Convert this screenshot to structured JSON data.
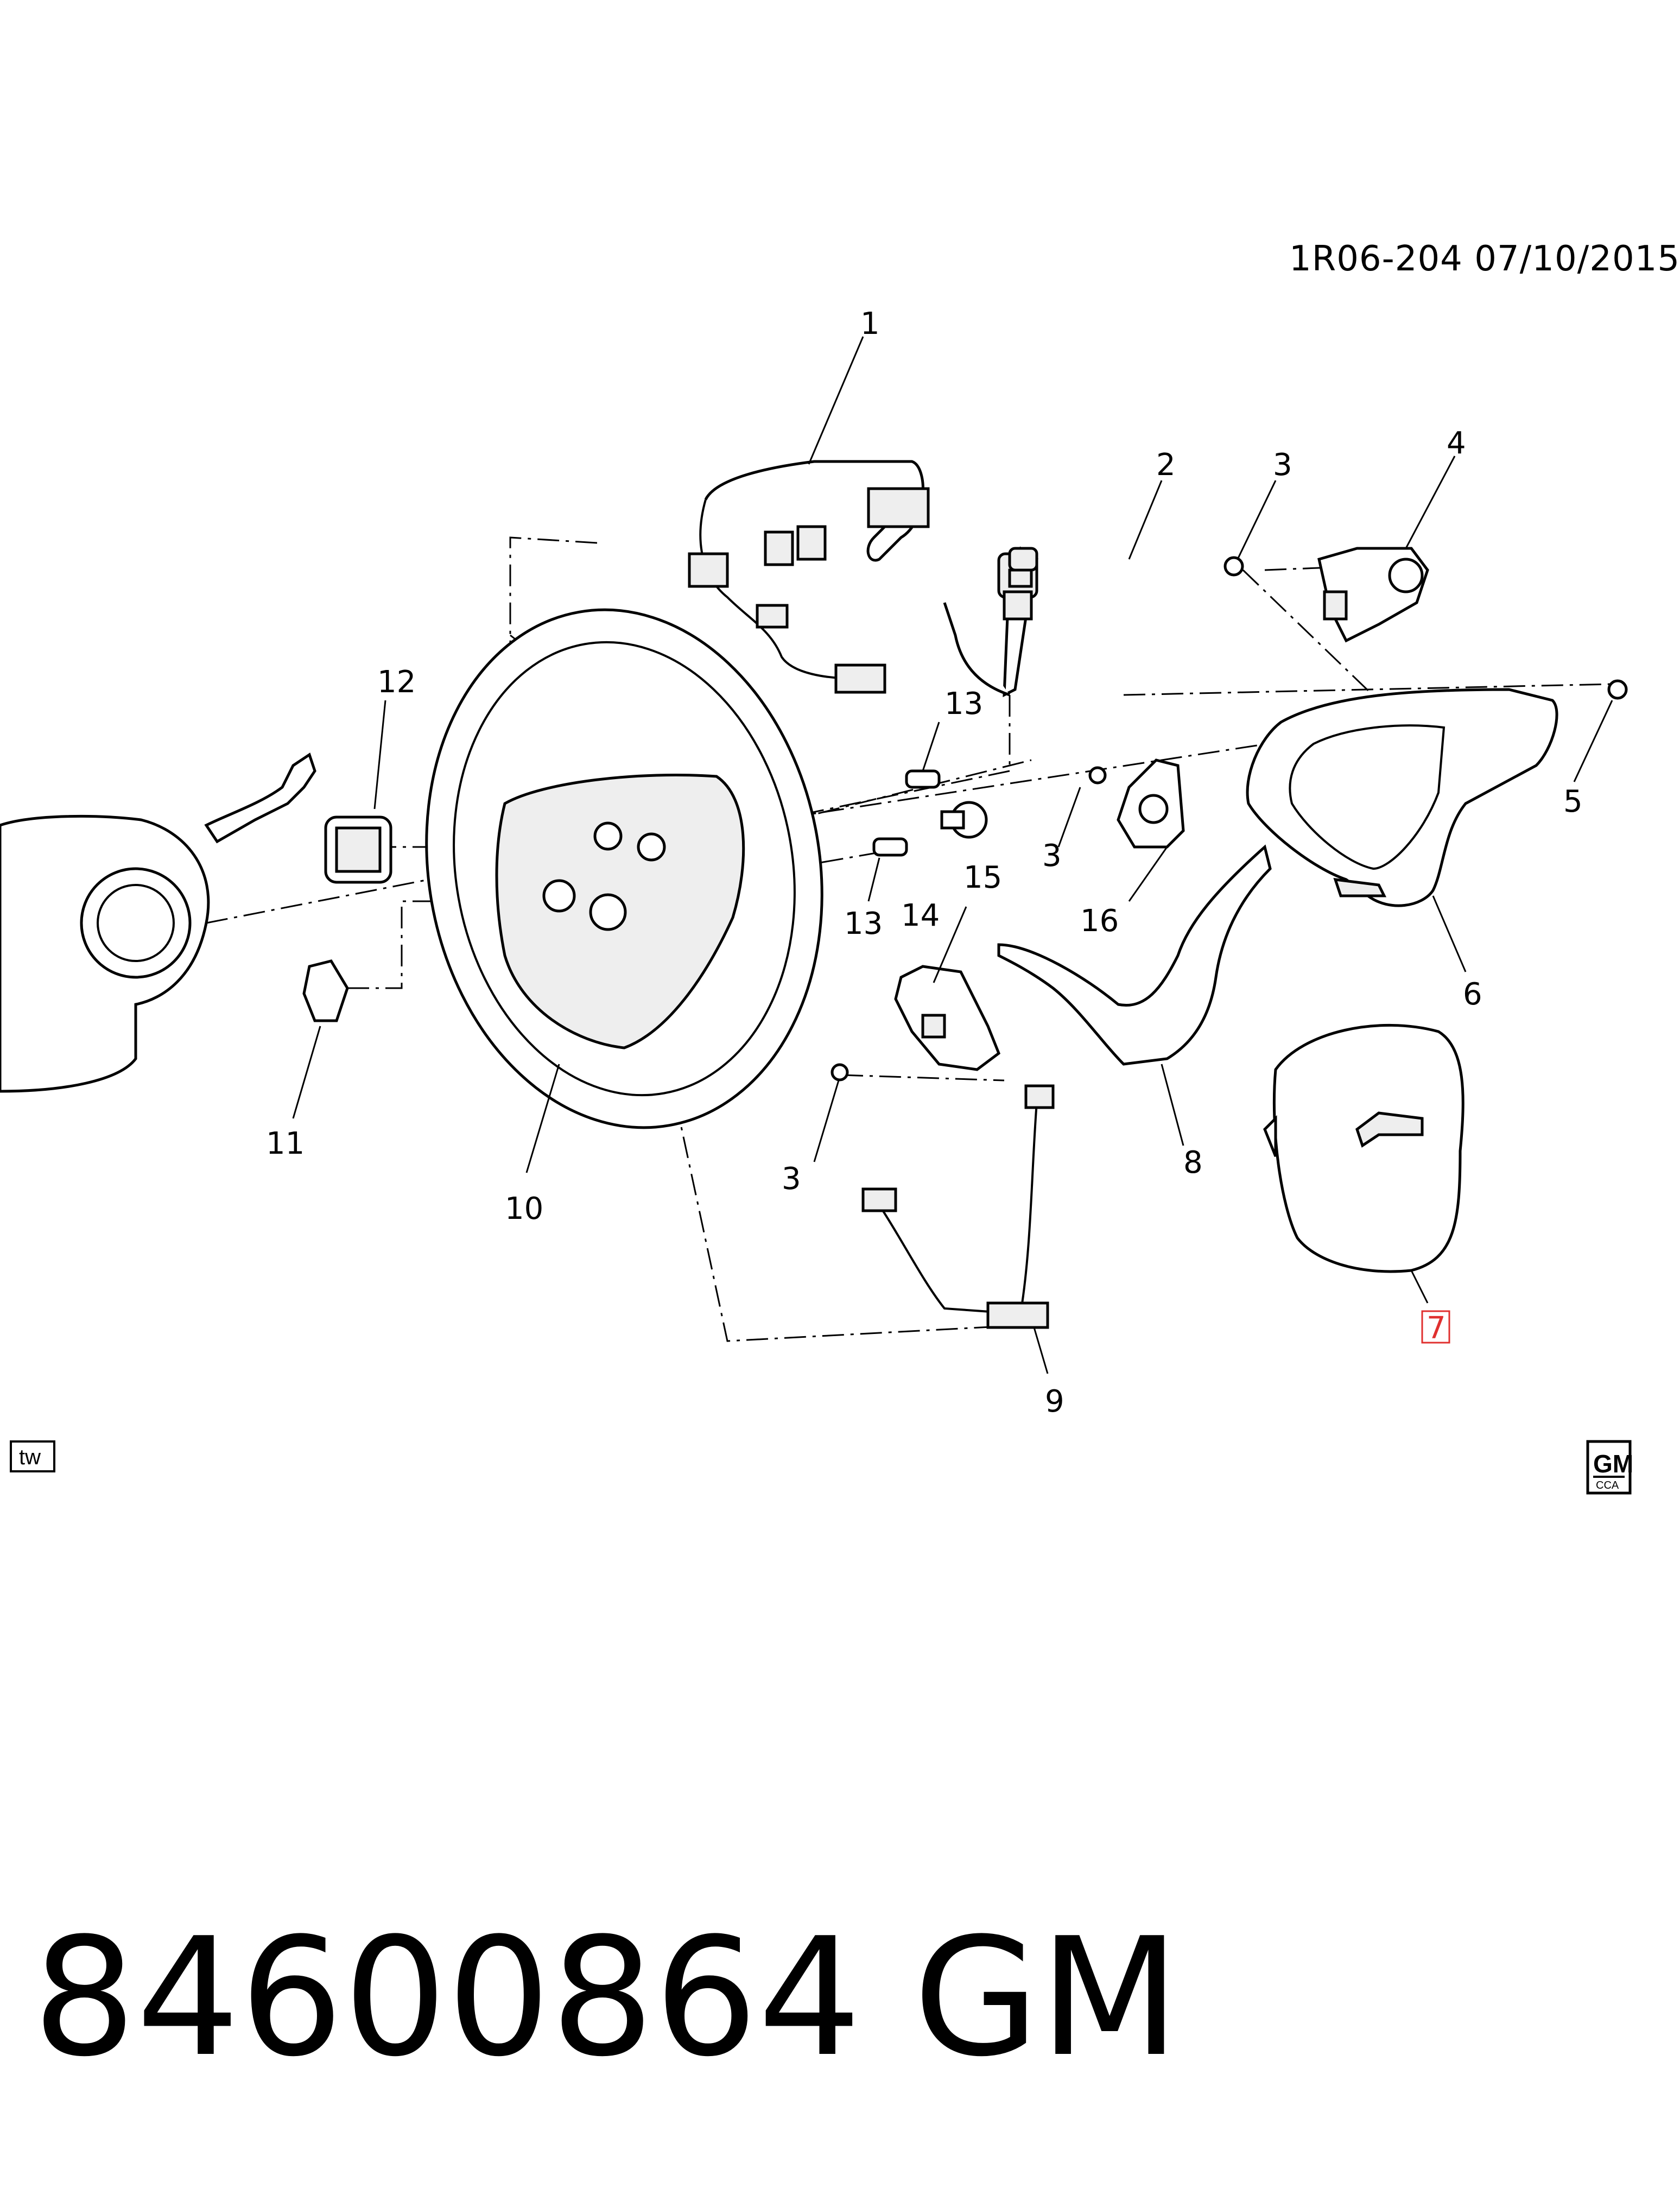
{
  "header": {
    "ref_code": "1R06-204 07/10/2015"
  },
  "badges": {
    "tw": "tw",
    "gm_logo": "GM",
    "gm_sub": "CCA"
  },
  "footer": {
    "part_number": "84600864 GM"
  },
  "callouts": {
    "c1": "1",
    "c2": "2",
    "c3a": "3",
    "c4": "4",
    "c5": "5",
    "c3b": "3",
    "c6": "6",
    "c12": "12",
    "c13a": "13",
    "c16": "16",
    "c13b": "13",
    "c14": "14",
    "c15": "15",
    "c8": "8",
    "c11": "11",
    "c10": "10",
    "c3c": "3",
    "c7": "7",
    "c9": "9"
  },
  "colors": {
    "highlight": "#e0302f",
    "ink": "#000000"
  }
}
